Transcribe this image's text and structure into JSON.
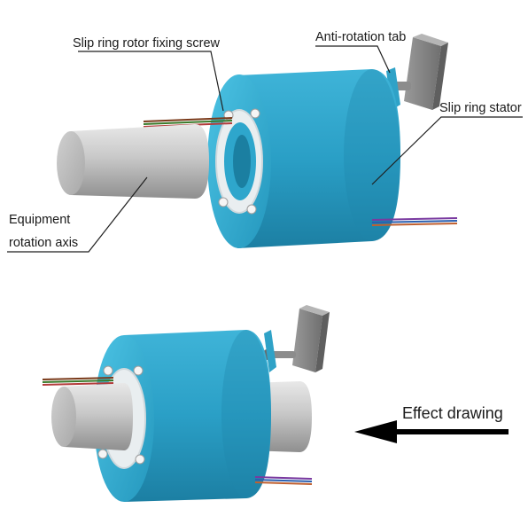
{
  "labels": {
    "rotor_screw": "Slip ring rotor fixing screw",
    "anti_rotation_tab": "Anti-rotation tab",
    "stator": "Slip ring stator",
    "axis_line1": "Equipment",
    "axis_line2": "rotation axis",
    "effect": "Effect drawing"
  },
  "colors": {
    "stator_blue": "#2ea9cf",
    "stator_face": "#3cb9dd",
    "stator_dark": "#1e84a6",
    "shaft_light": "#e2e2e2",
    "shaft_dark": "#8d8d8d",
    "tab_gray": "#8a8a8a",
    "arrow": "#000000"
  }
}
